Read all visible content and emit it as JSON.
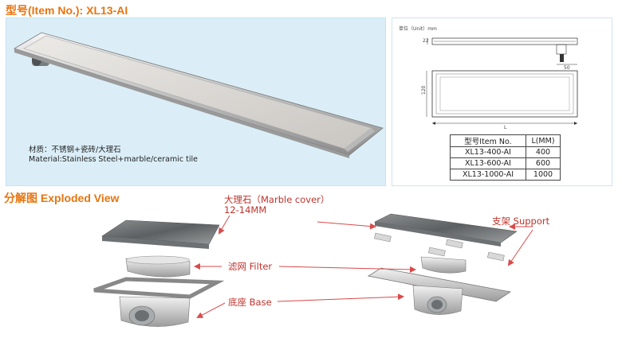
{
  "header": {
    "title": "型号(Item No.): XL13-AI"
  },
  "product": {
    "material_cn": "材质：不锈钢+瓷砖/大理石",
    "material_en": "Material:Stainless Steel+marble/ceramic tile"
  },
  "drawing": {
    "unit_label": "单位（Unit）mm",
    "dim_22": "22",
    "dim_50": "50",
    "dim_120": "120",
    "dim_L": "L"
  },
  "spec_table": {
    "headers": [
      "型号Item No.",
      "L(MM)"
    ],
    "rows": [
      [
        "XL13-400-AI",
        "400"
      ],
      [
        "XL13-600-AI",
        "600"
      ],
      [
        "XL13-1000-AI",
        "1000"
      ]
    ]
  },
  "exploded": {
    "title": "分解图 Exploded View",
    "marble_label": "大理石（Marble cover）",
    "marble_thickness": "12-14MM",
    "filter_label": "滤网 Filter",
    "base_label": "底座 Base",
    "support_label": "支架 Support"
  },
  "colors": {
    "title": "#e8740e",
    "label": "#c0322b",
    "arrow": "#d94a4a",
    "panel_bg": "#dbeef8"
  }
}
